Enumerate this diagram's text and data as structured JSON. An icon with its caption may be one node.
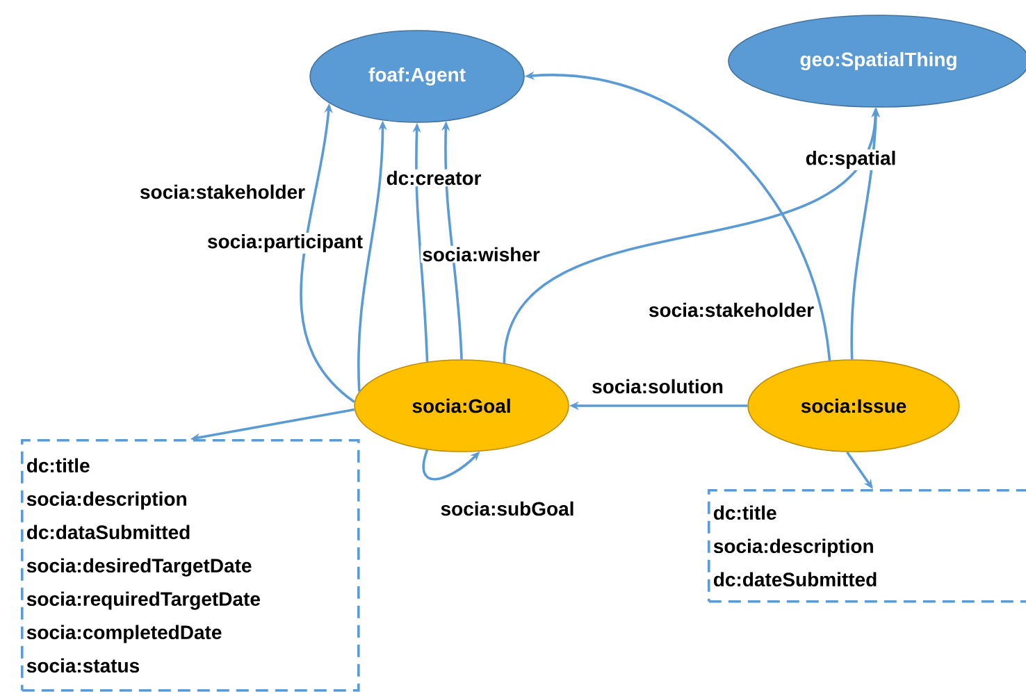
{
  "diagram": {
    "nodes": [
      {
        "text": [
          "foaf:Agent"
        ]
      },
      {
        "text": [
          "geo:SpatialThing"
        ]
      },
      {
        "text": [
          "socia:Goal"
        ]
      },
      {
        "text": [
          "socia:Issue"
        ]
      },
      {
        "text": [
          "dc:title",
          "socia:description",
          "dc:dataSubmitted",
          "socia:desiredTargetDate",
          "socia:requiredTargetDate",
          "socia:completedDate",
          "socia:status"
        ]
      },
      {
        "text": [
          "dc:title",
          "socia:description",
          "dc:dateSubmitted"
        ]
      }
    ],
    "edges": [
      {
        "from": 2,
        "to": 0,
        "arrow": "to",
        "label": "socia:stakeholder"
      },
      {
        "from": 2,
        "to": 0,
        "arrow": "to",
        "label": "socia:participant"
      },
      {
        "from": 2,
        "to": 0,
        "arrow": "to",
        "label": "dc:creator"
      },
      {
        "from": 2,
        "to": 0,
        "arrow": "to",
        "label": "socia:wisher"
      },
      {
        "from": 2,
        "to": 1,
        "arrow": "to"
      },
      {
        "from": 3,
        "to": 1,
        "arrow": "to",
        "label": "dc:spatial"
      },
      {
        "from": 3,
        "to": 0,
        "arrow": "to",
        "label": "socia:stakeholder"
      },
      {
        "from": 3,
        "to": 2,
        "arrow": "to",
        "label": "socia:solution"
      },
      {
        "from": 2,
        "to": 2,
        "arrow": "to",
        "label": "socia:subGoal"
      },
      {
        "from": 2,
        "to": 4,
        "arrow": "to"
      },
      {
        "from": 3,
        "to": 5,
        "arrow": "to"
      }
    ]
  }
}
